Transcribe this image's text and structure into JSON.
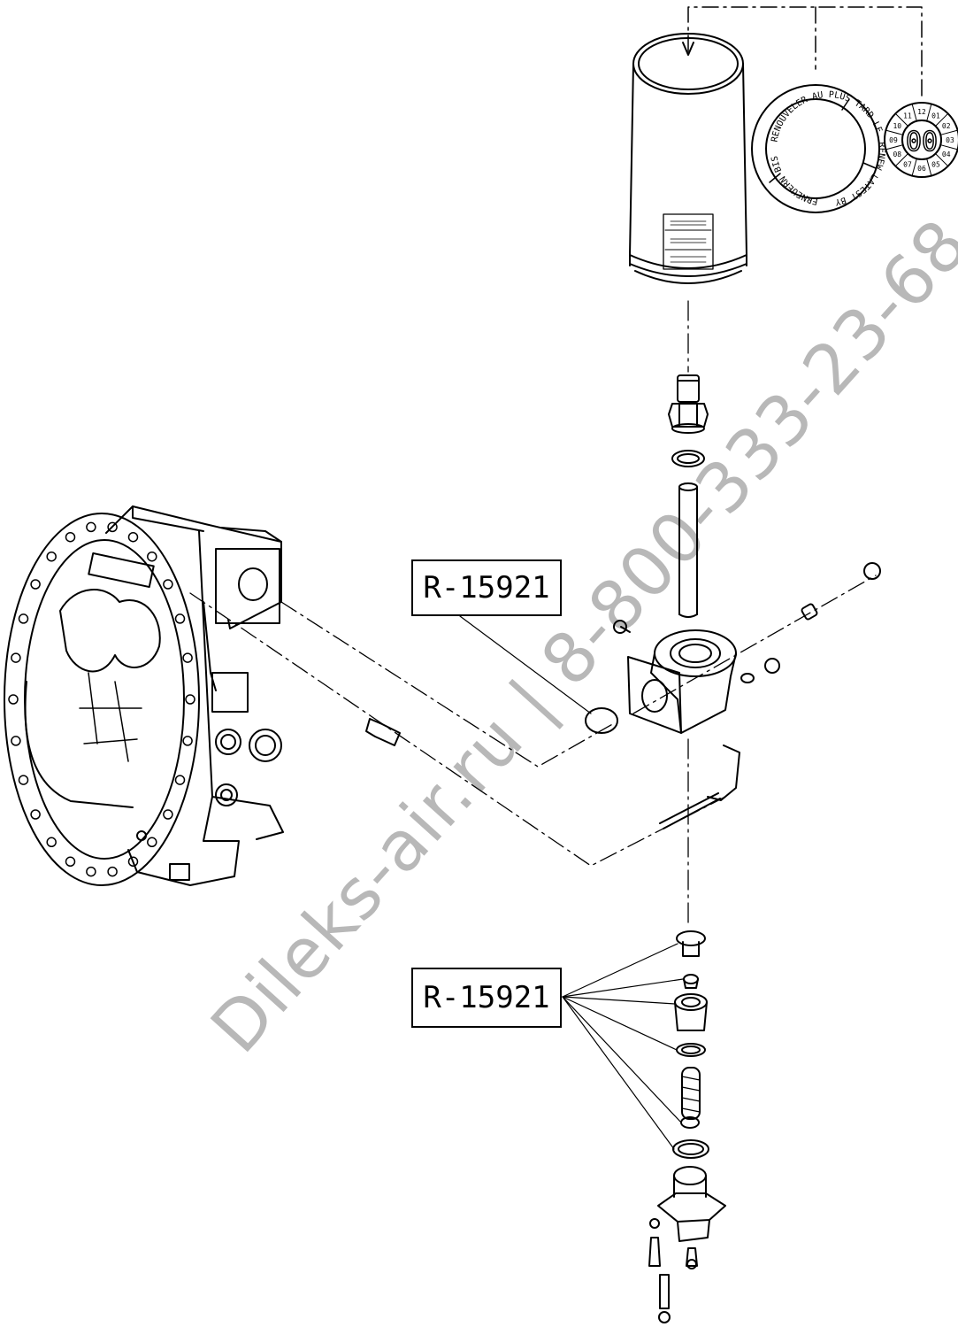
{
  "callouts": {
    "separator_assembly": "R-15921",
    "valve_kit": "R-15921"
  },
  "labels": {
    "renew_ring_fr": "RENOUVELER AU PLUS TARD LE",
    "renew_ring_en": "RENEW LATEST BY",
    "renew_ring_de": "ERNEUERN BIS",
    "date_center": "00",
    "date_numbers": [
      "12",
      "01",
      "02",
      "03",
      "04",
      "05",
      "06",
      "07",
      "08",
      "09",
      "10",
      "11"
    ]
  },
  "watermark": "Dileks-air.ru | 8-800-333-23-68",
  "colors": {
    "line": "#000000",
    "watermark": "#8a8a8a"
  }
}
